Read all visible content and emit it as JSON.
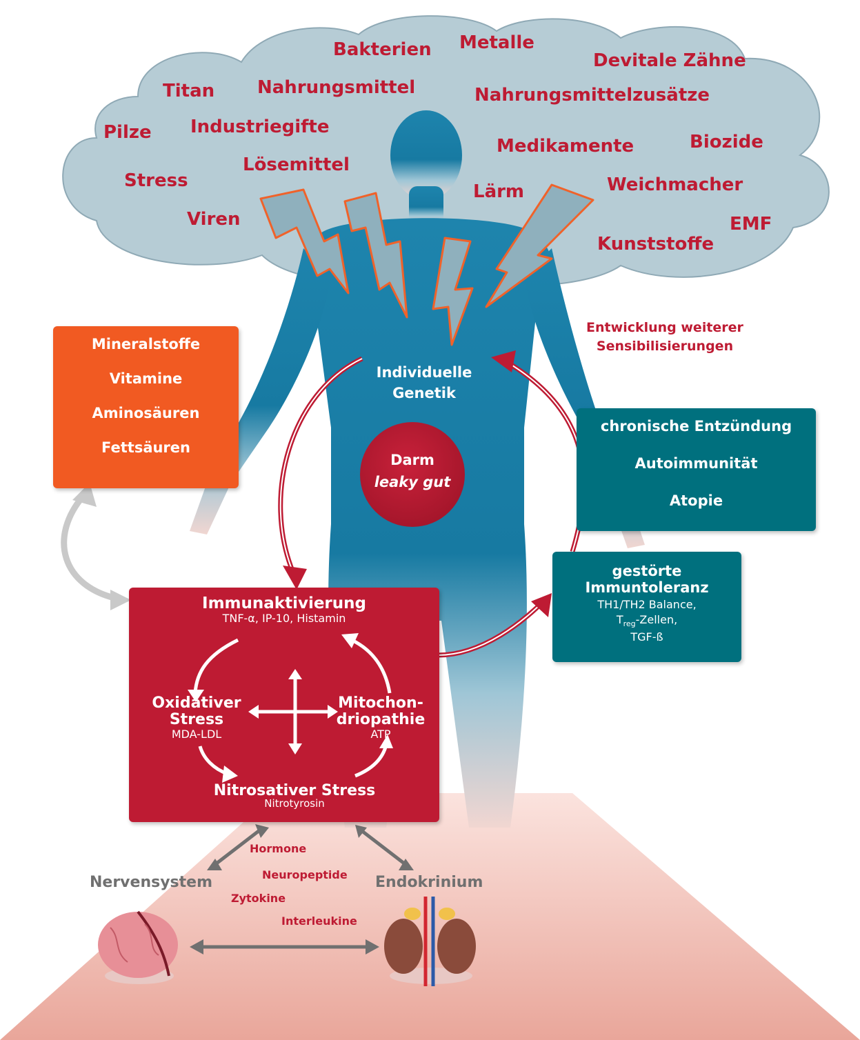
{
  "cloud": {
    "words": [
      "Bakterien",
      "Metalle",
      "Devitale Zähne",
      "Titan",
      "Nahrungsmittel",
      "Nahrungsmittelzusätze",
      "Pilze",
      "Industriegifte",
      "Medikamente",
      "Biozide",
      "Stress",
      "Lösemittel",
      "Lärm",
      "Weichmacher",
      "Viren",
      "EMF",
      "Kunststoffe"
    ]
  },
  "sensitization": [
    "Entwicklung weiterer",
    "Sensibilisierungen"
  ],
  "nutrients": [
    "Mineralstoffe",
    "Vitamine",
    "Aminosäuren",
    "Fettsäuren"
  ],
  "genetics": [
    "Individuelle",
    "Genetik"
  ],
  "gut": {
    "title": "Darm",
    "subtitle": "leaky gut"
  },
  "chronic": [
    "chronische Entzündung",
    "Autoimmunität",
    "Atopie"
  ],
  "tolerance": {
    "title": [
      "gestörte",
      "Immuntoleranz"
    ],
    "details": [
      "TH1/TH2 Balance,",
      "T",
      "reg",
      "-Zellen,",
      "TGF-ß"
    ]
  },
  "immune": {
    "title": "Immunaktivierung",
    "markers": "TNF-α, IP-10, Histamin",
    "oxidative": {
      "title": [
        "Oxidativer",
        "Stress"
      ],
      "marker": "MDA-LDL"
    },
    "mito": {
      "title": [
        "Mitochon-",
        "driopathie"
      ],
      "marker": "ATP"
    },
    "nitro": {
      "title": "Nitrosativer Stress",
      "marker": "Nitrotyrosin"
    }
  },
  "systems": {
    "nerve": "Nervensystem",
    "endo": "Endokrinium",
    "messengers": [
      "Hormone",
      "Neuropeptide",
      "Zytokine",
      "Interleukine"
    ]
  },
  "colors": {
    "red": "#be1b33",
    "orange": "#f15a22",
    "teal": "#00707e",
    "cloud": "#b7cdd6",
    "body": "#1a7ea6"
  }
}
